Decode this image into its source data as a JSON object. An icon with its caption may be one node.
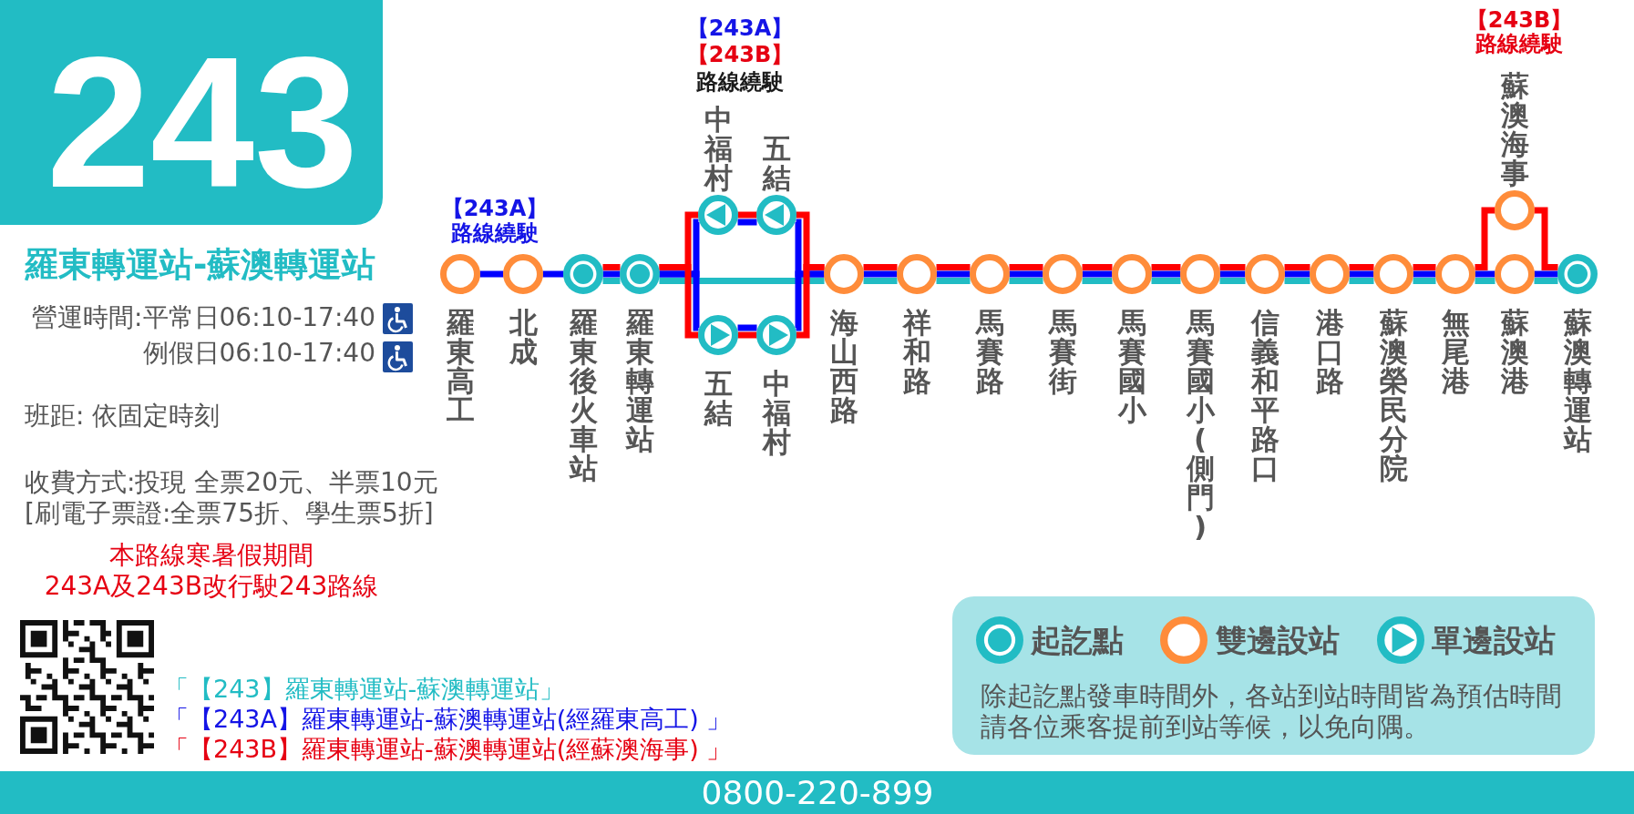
{
  "diagram": {
    "title": "243",
    "nodes": [
      {
        "text": [
          "羅東高工"
        ]
      },
      {
        "text": [
          "北成"
        ]
      },
      {
        "text": [
          "羅東後火車站"
        ]
      },
      {
        "text": [
          "羅東轉運站"
        ]
      },
      {
        "text": [
          "中福村"
        ]
      },
      {
        "text": [
          "五結"
        ]
      },
      {
        "text": [
          "五結"
        ]
      },
      {
        "text": [
          "中福村"
        ]
      },
      {
        "text": [
          "海山西路"
        ]
      },
      {
        "text": [
          "祥和路"
        ]
      },
      {
        "text": [
          "馬賽路"
        ]
      },
      {
        "text": [
          "馬賽街"
        ]
      },
      {
        "text": [
          "馬賽國小"
        ]
      },
      {
        "text": [
          "馬賽國小(側門)"
        ]
      },
      {
        "text": [
          "信義和平路口"
        ]
      },
      {
        "text": [
          "港口路"
        ]
      },
      {
        "text": [
          "蘇澳榮民分院"
        ]
      },
      {
        "text": [
          "無尾港"
        ]
      },
      {
        "text": [
          "蘇澳海事"
        ]
      },
      {
        "text": [
          "蘇澳港"
        ]
      },
      {
        "text": [
          "蘇澳轉運站"
        ]
      },
      {
        "text": [
          "0800-220-899"
        ]
      }
    ],
    "edges": [
      {
        "from": 2,
        "to": 3,
        "arrow": "none",
        "color": "#22bcc4"
      },
      {
        "from": 3,
        "to": 8,
        "arrow": "none",
        "color": "#22bcc4"
      },
      {
        "from": 8,
        "to": 9,
        "arrow": "none",
        "color": "#22bcc4"
      },
      {
        "from": 9,
        "to": 10,
        "arrow": "none",
        "color": "#22bcc4"
      },
      {
        "from": 10,
        "to": 11,
        "arrow": "none",
        "color": "#22bcc4"
      },
      {
        "from": 11,
        "to": 12,
        "arrow": "none",
        "color": "#22bcc4"
      },
      {
        "from": 12,
        "to": 13,
        "arrow": "none",
        "color": "#22bcc4"
      },
      {
        "from": 13,
        "to": 14,
        "arrow": "none",
        "color": "#22bcc4"
      },
      {
        "from": 14,
        "to": 15,
        "arrow": "none",
        "color": "#22bcc4"
      },
      {
        "from": 15,
        "to": 16,
        "arrow": "none",
        "color": "#22bcc4"
      },
      {
        "from": 16,
        "to": 17,
        "arrow": "none",
        "color": "#22bcc4"
      },
      {
        "from": 17,
        "to": 19,
        "arrow": "none",
        "color": "#22bcc4"
      },
      {
        "from": 19,
        "to": 20,
        "arrow": "none",
        "color": "#22bcc4"
      },
      {
        "from": 0,
        "to": 1,
        "arrow": "none"
      },
      {
        "from": 1,
        "to": 2,
        "arrow": "none"
      },
      {
        "from": 2,
        "to": 3,
        "arrow": "none"
      },
      {
        "from": 3,
        "to": 4,
        "arrow": "none"
      },
      {
        "from": 3,
        "to": 6,
        "arrow": "none"
      },
      {
        "from": 4,
        "to": 5,
        "arrow": "none"
      },
      {
        "from": 6,
        "to": 7,
        "arrow": "none"
      },
      {
        "from": 5,
        "to": 8,
        "arrow": "none"
      },
      {
        "from": 7,
        "to": 8,
        "arrow": "none"
      },
      {
        "from": 8,
        "to": 9,
        "arrow": "none"
      },
      {
        "from": 9,
        "to": 10,
        "arrow": "none"
      },
      {
        "from": 10,
        "to": 11,
        "arrow": "none"
      },
      {
        "from": 11,
        "to": 12,
        "arrow": "none"
      },
      {
        "from": 12,
        "to": 13,
        "arrow": "none"
      },
      {
        "from": 13,
        "to": 14,
        "arrow": "none"
      },
      {
        "from": 14,
        "to": 15,
        "arrow": "none"
      },
      {
        "from": 15,
        "to": 16,
        "arrow": "none"
      },
      {
        "from": 16,
        "to": 17,
        "arrow": "none"
      },
      {
        "from": 17,
        "to": 19,
        "arrow": "none"
      },
      {
        "from": 19,
        "to": 20,
        "arrow": "none"
      },
      {
        "from": 2,
        "to": 3,
        "arrow": "none",
        "color": "#ff0000"
      },
      {
        "from": 3,
        "to": 4,
        "arrow": "none",
        "color": "#ff0000"
      },
      {
        "from": 3,
        "to": 6,
        "arrow": "none",
        "color": "#ff0000"
      },
      {
        "from": 4,
        "to": 5,
        "arrow": "none",
        "color": "#ff0000"
      },
      {
        "from": 6,
        "to": 7,
        "arrow": "none",
        "color": "#ff0000"
      },
      {
        "from": 5,
        "to": 8,
        "arrow": "none",
        "color": "#ff0000"
      },
      {
        "from": 7,
        "to": 8,
        "arrow": "none",
        "color": "#ff0000"
      },
      {
        "from": 8,
        "to": 9,
        "arrow": "none",
        "color": "#ff0000"
      },
      {
        "from": 9,
        "to": 10,
        "arrow": "none",
        "color": "#ff0000"
      },
      {
        "from": 10,
        "to": 11,
        "arrow": "none",
        "color": "#ff0000"
      },
      {
        "from": 11,
        "to": 12,
        "arrow": "none",
        "color": "#ff0000"
      },
      {
        "from": 12,
        "to": 13,
        "arrow": "none",
        "color": "#ff0000"
      },
      {
        "from": 13,
        "to": 14,
        "arrow": "none",
        "color": "#ff0000"
      },
      {
        "from": 14,
        "to": 15,
        "arrow": "none",
        "color": "#ff0000"
      },
      {
        "from": 15,
        "to": 16,
        "arrow": "none",
        "color": "#ff0000"
      },
      {
        "from": 16,
        "to": 17,
        "arrow": "none",
        "color": "#ff0000"
      },
      {
        "from": 17,
        "to": 18,
        "arrow": "none",
        "color": "#ff0000"
      },
      {
        "from": 18,
        "to": 20,
        "arrow": "none",
        "color": "#ff0000"
      }
    ],
    "labels": [
      "羅東轉運站-蘇澳轉運站",
      "營運時間:平常日06:10-17:40",
      "例假日06:10-17:40",
      "班距: 依固定時刻",
      "收費方式:投現 全票20元、半票10元",
      "[刷電子票證:全票75折、學生票5折]",
      "本路線寒暑假期間",
      "243A及243B改行駛243路線",
      "【243A】",
      "路線繞駛",
      "【243A】",
      "【243B】",
      "路線繞駛",
      "【243B】",
      "路線繞駛",
      "「【243】羅東轉運站-蘇澳轉運站」",
      "「【243A】羅東轉運站-蘇澳轉運站(經羅東高工) 」",
      "「【243B】羅東轉運站-蘇澳轉運站(經蘇澳海事) 」",
      "除起訖點發車時間外，各站到站時間皆為預估時間",
      "請各位乘客提前到站等候，以免向隅。"
    ],
    "legend": [
      {
        "text": "起訖點"
      },
      {
        "text": "雙邊設站"
      },
      {
        "text": "單邊設站"
      }
    ]
  }
}
